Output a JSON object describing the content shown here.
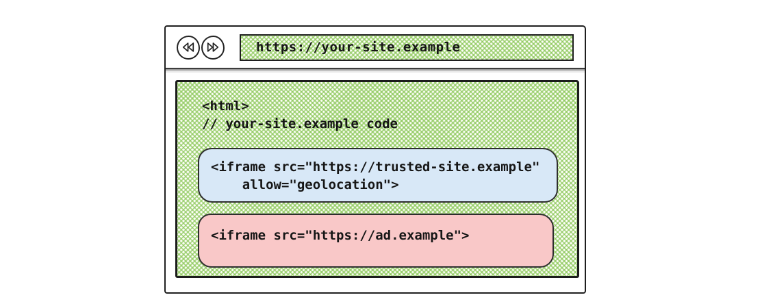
{
  "browser": {
    "url": "https://your-site.example",
    "back_icon": "double-left-arrow",
    "forward_icon": "double-right-arrow"
  },
  "page": {
    "code_line_1": "<html>",
    "code_line_2": "// your-site.example code",
    "trusted_iframe": {
      "line1": "<iframe src=\"https://trusted-site.example\"",
      "line2": "    allow=\"geolocation\">"
    },
    "ad_iframe": {
      "line1": "<iframe src=\"https://ad.example\">"
    }
  },
  "colors": {
    "hatch_green": "#80c24a",
    "trusted_iframe_bg": "#d8e8f7",
    "ad_iframe_bg": "#f9c8c8",
    "border_dark": "#1f1f1f"
  }
}
